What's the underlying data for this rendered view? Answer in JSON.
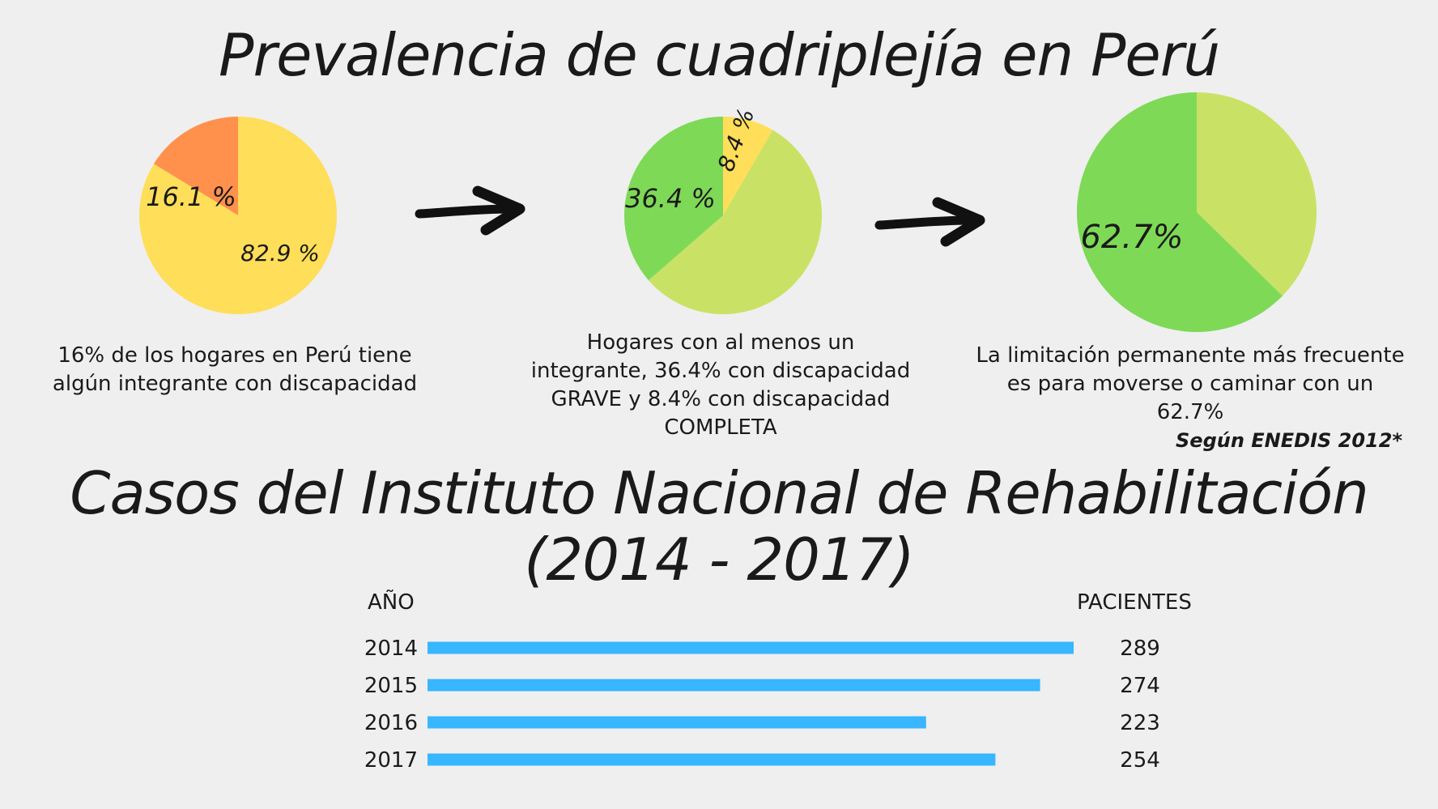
{
  "header": {
    "title": "Prevalencia de cuadriplejía en Perú"
  },
  "captions": {
    "pie1": "16% de los hogares en Perú  tiene algún integrante con discapacidad",
    "pie2": "Hogares con al menos un integrante, 36.4% con discapacidad GRAVE y 8.4% con discapacidad COMPLETA",
    "pie3": "La limitación permanente más frecuente es para moverse o caminar con un 62.7%",
    "source": "Según ENEDIS 2012*"
  },
  "section2": {
    "title_line1": "Casos del Instituto Nacional de Rehabilitación",
    "title_line2": "(2014 - 2017)"
  },
  "icons": [
    "arrow-right-icon",
    "arrow-right-icon"
  ],
  "colors": {
    "background": "#efefef",
    "orange": "#ff914d",
    "yellow": "#ffde59",
    "light_green": "#c9e265",
    "green": "#7ed957",
    "bar_blue": "#38b6ff",
    "text": "#1a1a1a"
  },
  "chart_data": [
    {
      "type": "pie",
      "slices": [
        {
          "label": "16.1 %",
          "value": 16.1,
          "color": "#ff914d"
        },
        {
          "label": "82.9 %",
          "value": 82.9,
          "color": "#ffde59"
        }
      ]
    },
    {
      "type": "pie",
      "slices": [
        {
          "label": "8.4 %",
          "value": 8.4,
          "color": "#ffde59"
        },
        {
          "label": "",
          "value": 55.2,
          "color": "#c9e265"
        },
        {
          "label": "36.4 %",
          "value": 36.4,
          "color": "#7ed957"
        }
      ]
    },
    {
      "type": "pie",
      "slices": [
        {
          "label": "",
          "value": 37.3,
          "color": "#c9e265"
        },
        {
          "label": "62.7%",
          "value": 62.7,
          "color": "#7ed957"
        }
      ]
    },
    {
      "type": "bar",
      "orientation": "horizontal",
      "xlabel": "PACIENTES",
      "ylabel": "AÑO",
      "categories": [
        "2014",
        "2015",
        "2016",
        "2017"
      ],
      "values": [
        289,
        274,
        223,
        254
      ],
      "color": "#38b6ff"
    }
  ]
}
